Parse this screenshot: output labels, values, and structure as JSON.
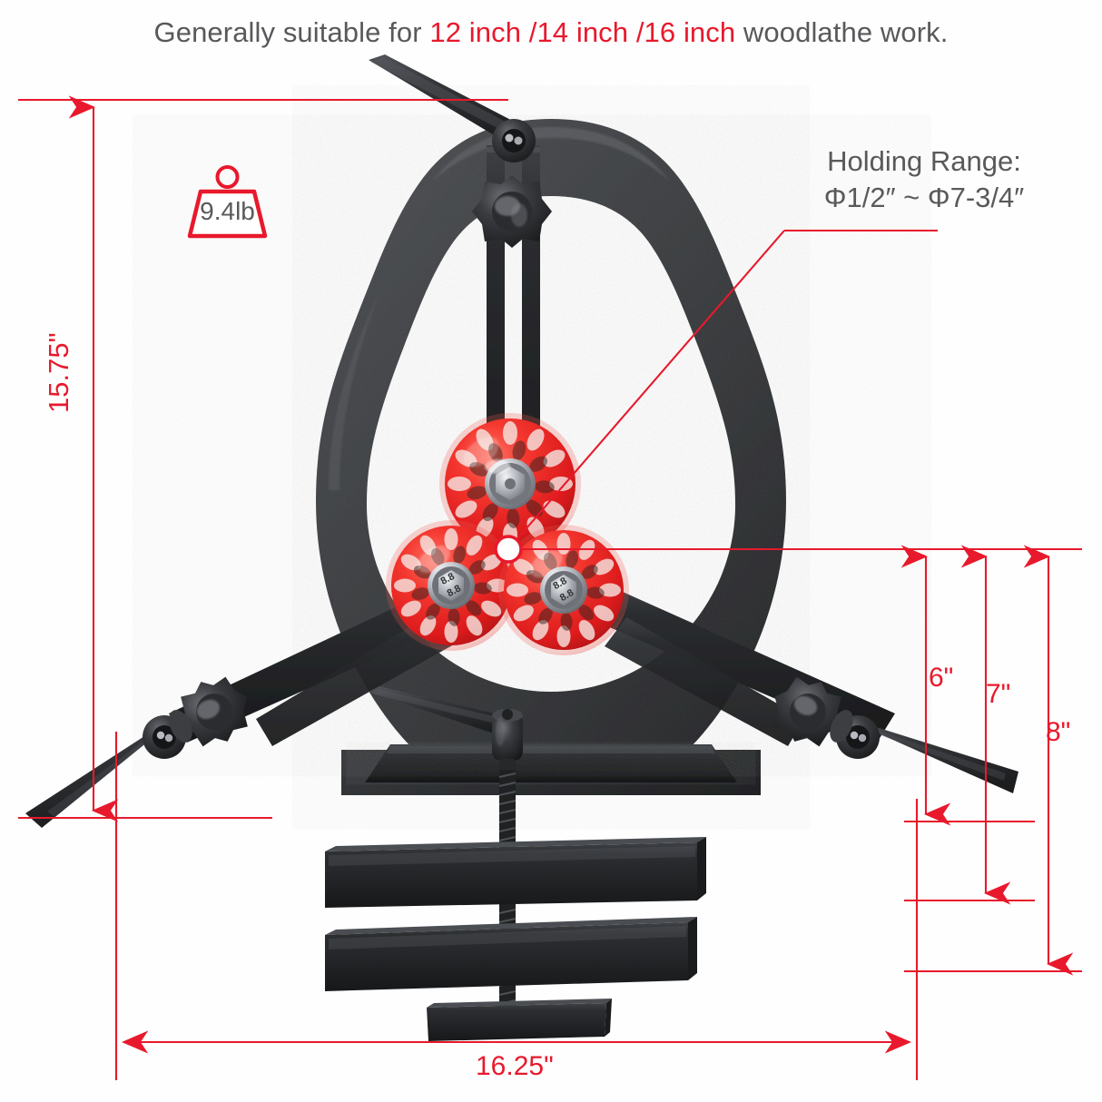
{
  "page": {
    "background": "#ffffff",
    "accent_red": "#e8192c",
    "text_gray": "#58595b",
    "body_black": "#2b2b2d"
  },
  "headline": {
    "prefix": "Generally suitable for ",
    "highlight": "12 inch /14 inch /16 inch",
    "suffix": " woodlathe work."
  },
  "callouts": {
    "holding_range": {
      "title": "Holding Range:",
      "value": "Φ1/2″ ~ Φ7-3/4″"
    },
    "weight": {
      "value": "9.4lb",
      "icon": "weight-icon"
    }
  },
  "dimensions": {
    "height_overall": "15.75\"",
    "right_1": "6\"",
    "right_2": "7\"",
    "right_3": "8\"",
    "width_overall": "16.25\""
  },
  "product": {
    "name": "woodlathe-bowl-steady-rest",
    "parts": [
      "frame-ring",
      "roller-wheel-top",
      "roller-wheel-left",
      "roller-wheel-right",
      "star-knob-top",
      "star-knob-left",
      "star-knob-right",
      "clamp-lever-top",
      "clamp-lever-left",
      "clamp-lever-right",
      "clamp-lever-bottom",
      "clamp-bar-upper",
      "clamp-bar-lower",
      "clamp-screw",
      "clamp-foot"
    ],
    "wheel_bolt_marking": "8.8"
  }
}
